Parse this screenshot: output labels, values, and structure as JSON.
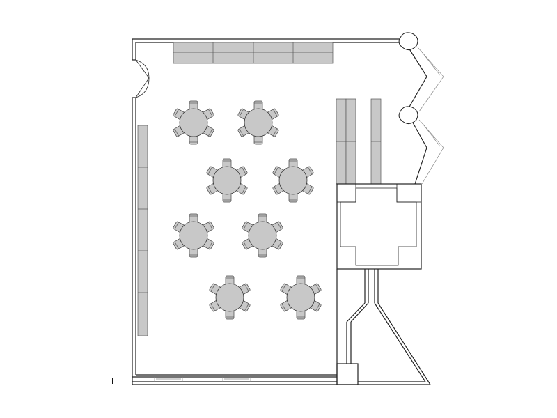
{
  "floor_plan": {
    "round_tables": [
      {
        "id": "t1",
        "chairs": 6
      },
      {
        "id": "t2",
        "chairs": 6
      },
      {
        "id": "t3",
        "chairs": 6
      },
      {
        "id": "t4",
        "chairs": 6
      },
      {
        "id": "t5",
        "chairs": 6
      },
      {
        "id": "t6",
        "chairs": 6
      },
      {
        "id": "t7",
        "chairs": 6
      },
      {
        "id": "t8",
        "chairs": 6
      }
    ],
    "colors": {
      "furniture": "#c8c8c8",
      "walls": "#222222",
      "glazing": "#888888"
    }
  }
}
